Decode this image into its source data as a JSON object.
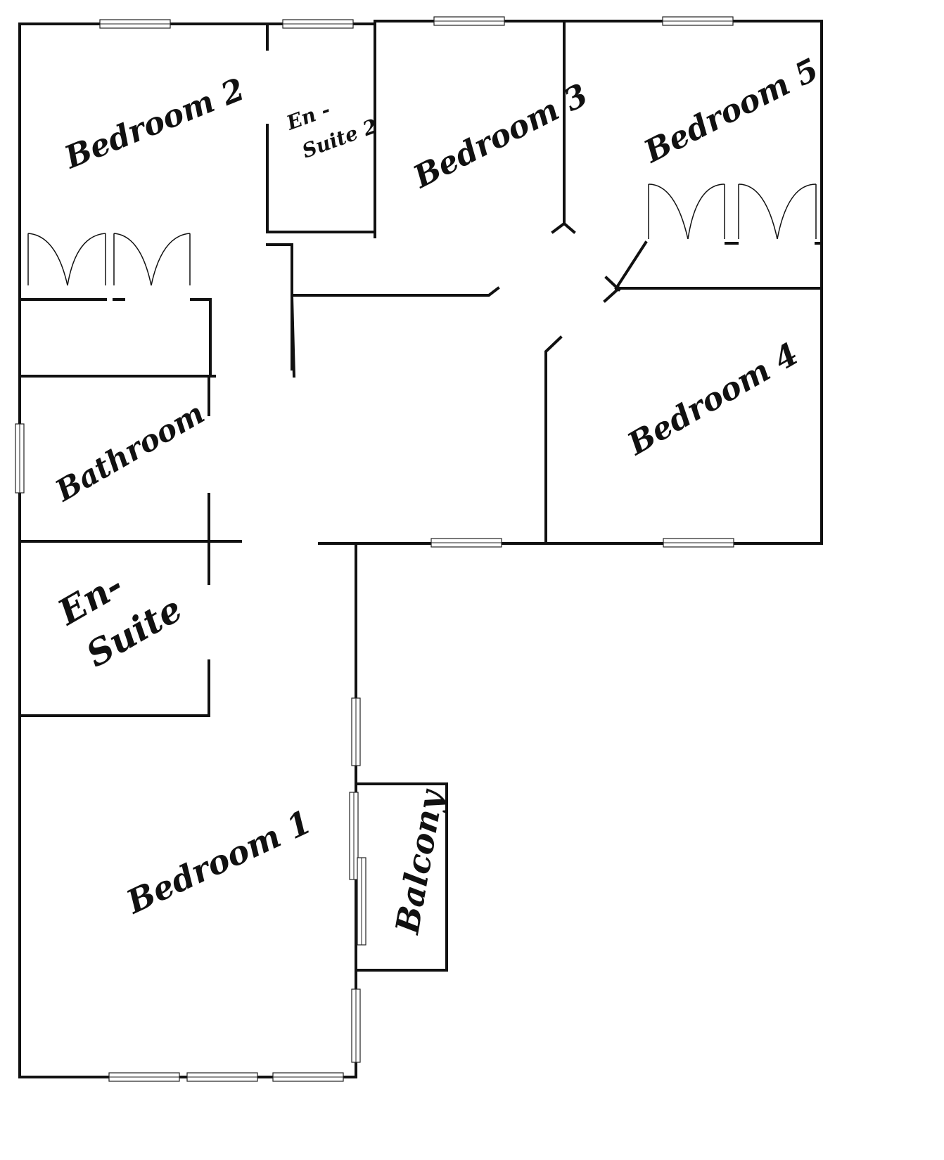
{
  "rooms": {
    "bedroom_2": "Bedroom 2",
    "en_suite_2_line1": "En -",
    "en_suite_2_line2": "Suite 2",
    "bedroom_3": "Bedroom 3",
    "bedroom_5": "Bedroom 5",
    "bathroom": "Bathroom",
    "bedroom_4": "Bedroom 4",
    "en_suite_line1": "En-",
    "en_suite_line2": "Suite",
    "bedroom_1": "Bedroom 1",
    "balcony": "Balcony"
  },
  "colors": {
    "wall": "#111111",
    "background": "#ffffff"
  }
}
